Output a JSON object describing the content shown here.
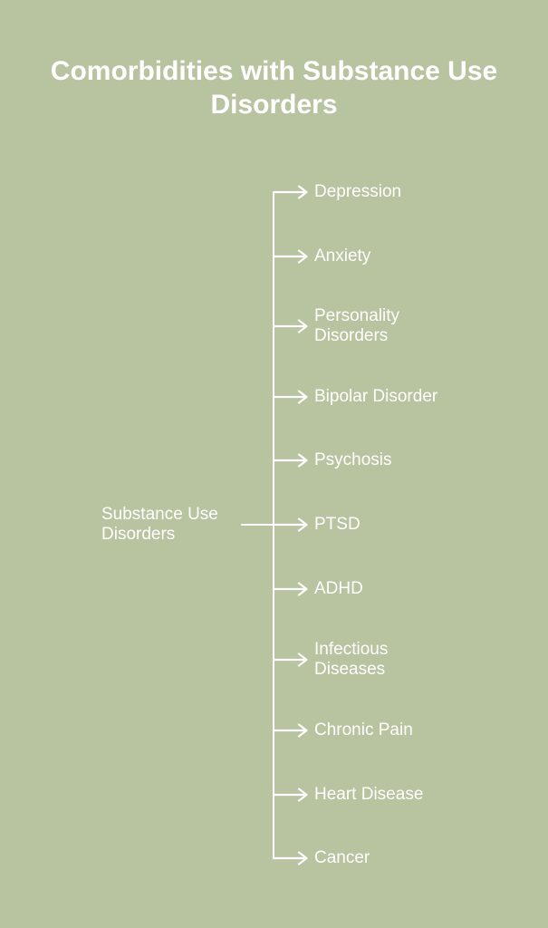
{
  "title": "Comorbidities with Substance Use Disorders",
  "root": {
    "label": "Substance Use Disorders"
  },
  "items": [
    {
      "label": "Depression"
    },
    {
      "label": "Anxiety"
    },
    {
      "label": "Personality Disorders"
    },
    {
      "label": "Bipolar Disorder"
    },
    {
      "label": "Psychosis"
    },
    {
      "label": "PTSD"
    },
    {
      "label": "ADHD"
    },
    {
      "label": "Infectious Diseases"
    },
    {
      "label": "Chronic Pain"
    },
    {
      "label": "Heart Disease"
    },
    {
      "label": "Cancer"
    }
  ],
  "colors": {
    "background": "#b8c3a0",
    "foreground": "#ffffff"
  }
}
